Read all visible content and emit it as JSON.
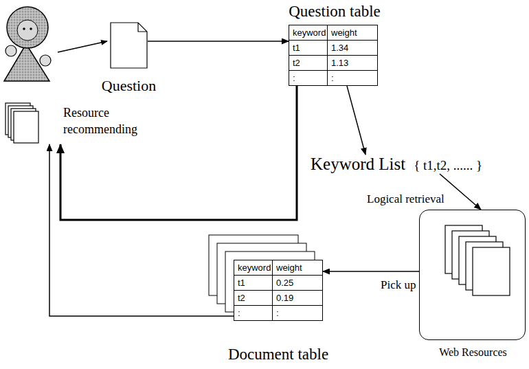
{
  "diagram": {
    "nodes": [
      {
        "text": [
          "Question"
        ]
      },
      {
        "text": [
          "Question table",
          "keyword",
          "weight",
          "t1",
          "1.34",
          "t2",
          "1.13",
          ":",
          ":"
        ]
      },
      {
        "text": [
          "Keyword List",
          "{ t1,t2, ...... }"
        ]
      },
      {
        "text": [
          "Web Resources"
        ]
      },
      {
        "text": [
          "Document table",
          "keyword",
          "weight",
          "t1",
          "0.25",
          "t2",
          "0.19",
          ":",
          ":"
        ]
      },
      {
        "text": [
          "Resource recommending"
        ]
      }
    ],
    "edges": [
      {
        "from": 0,
        "to": 1,
        "arrow": "to"
      },
      {
        "from": 1,
        "to": 2,
        "arrow": "to"
      },
      {
        "from": 2,
        "to": 3,
        "arrow": "to",
        "label": "Logical retrieval"
      },
      {
        "from": 3,
        "to": 4,
        "arrow": "to",
        "label": "Pick up"
      },
      {
        "from": 4,
        "to": 5,
        "arrow": "to"
      },
      {
        "from": 1,
        "to": 5,
        "arrow": "to"
      }
    ]
  }
}
